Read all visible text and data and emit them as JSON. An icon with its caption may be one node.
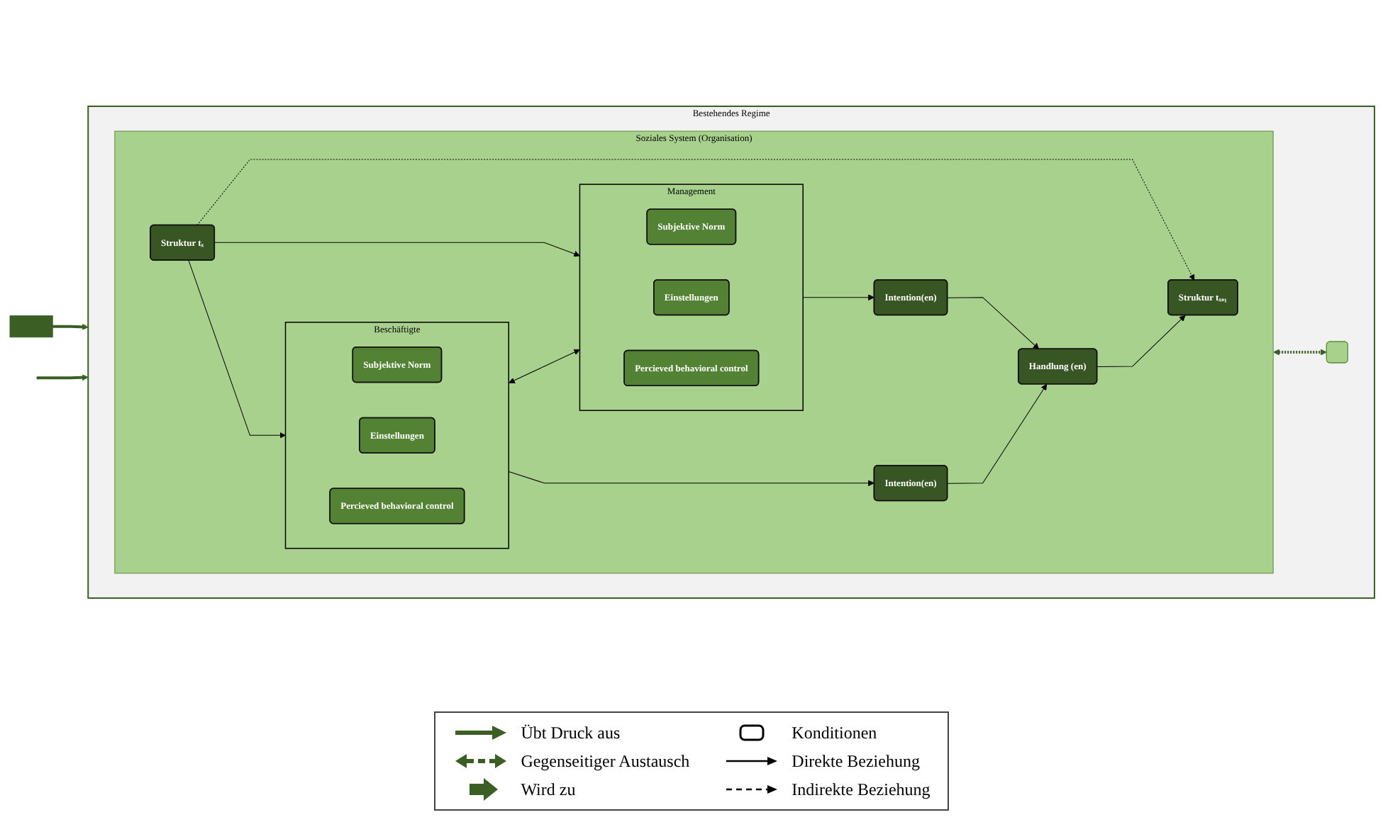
{
  "diagram": {
    "nodes": [
      {
        "text": [
          "Bestehendes Regime"
        ]
      },
      {
        "text": [
          "Soziales System (Organisation)"
        ],
        "in": 0
      },
      {
        "text": [
          "Struktur tₓ"
        ],
        "in": 1
      },
      {
        "text": [
          "Management"
        ],
        "in": 1
      },
      {
        "text": [
          "Subjektive Norm"
        ],
        "in": 3
      },
      {
        "text": [
          "Einstellungen"
        ],
        "in": 3
      },
      {
        "text": [
          "Percieved behavioral control"
        ],
        "in": 3
      },
      {
        "text": [
          "Struktur tₓ₊₁"
        ],
        "in": 1
      },
      {
        "text": [
          "Beschäftigte"
        ],
        "in": 1
      },
      {
        "text": [
          "Subjektive Norm"
        ],
        "in": 8
      },
      {
        "text": [
          "Einstellungen"
        ],
        "in": 8
      },
      {
        "text": [
          "Percieved behavioral control"
        ],
        "in": 8
      },
      {
        "text": [
          "Intention(en)"
        ],
        "in": 1
      },
      {
        "text": [
          "Intention(en)"
        ],
        "in": 1
      },
      {
        "text": [
          "Handlung (en)"
        ],
        "in": 1
      },
      {
        "text": [],
        "shape": "box",
        "in": 0
      },
      {
        "text": [],
        "shape": "bar"
      }
    ],
    "edges": [
      {
        "from": 2,
        "to": 7,
        "arrow": "to",
        "style": "dashed"
      },
      {
        "from": 2,
        "to": 3,
        "arrow": "to"
      },
      {
        "from": 2,
        "to": 8,
        "arrow": "to"
      },
      {
        "from": 8,
        "to": 3,
        "arrow": "both"
      },
      {
        "from": 3,
        "to": 12,
        "arrow": "to"
      },
      {
        "from": 12,
        "to": 14,
        "arrow": "to"
      },
      {
        "from": 8,
        "to": 13,
        "arrow": "to"
      },
      {
        "from": 13,
        "to": 14,
        "arrow": "to"
      },
      {
        "from": 14,
        "to": 7,
        "arrow": "to"
      },
      {
        "from": 1,
        "to": 15,
        "arrow": "both",
        "style": "dashed",
        "color": "#3b5e25"
      },
      {
        "from": 16,
        "to": 0,
        "arrow": "to",
        "style": "thick",
        "color": "#3b5e25"
      },
      {
        "from": null,
        "to": 0,
        "arrow": "to",
        "style": "thick",
        "color": "#3b5e25"
      }
    ],
    "legend": [
      {
        "text": "Übt Druck aus"
      },
      {
        "text": "Konditionen"
      },
      {
        "text": "Gegenseitiger Austausch"
      },
      {
        "text": "Direkte Beziehung"
      },
      {
        "text": "Wird zu"
      },
      {
        "text": "Indirekte Beziehung"
      }
    ]
  }
}
